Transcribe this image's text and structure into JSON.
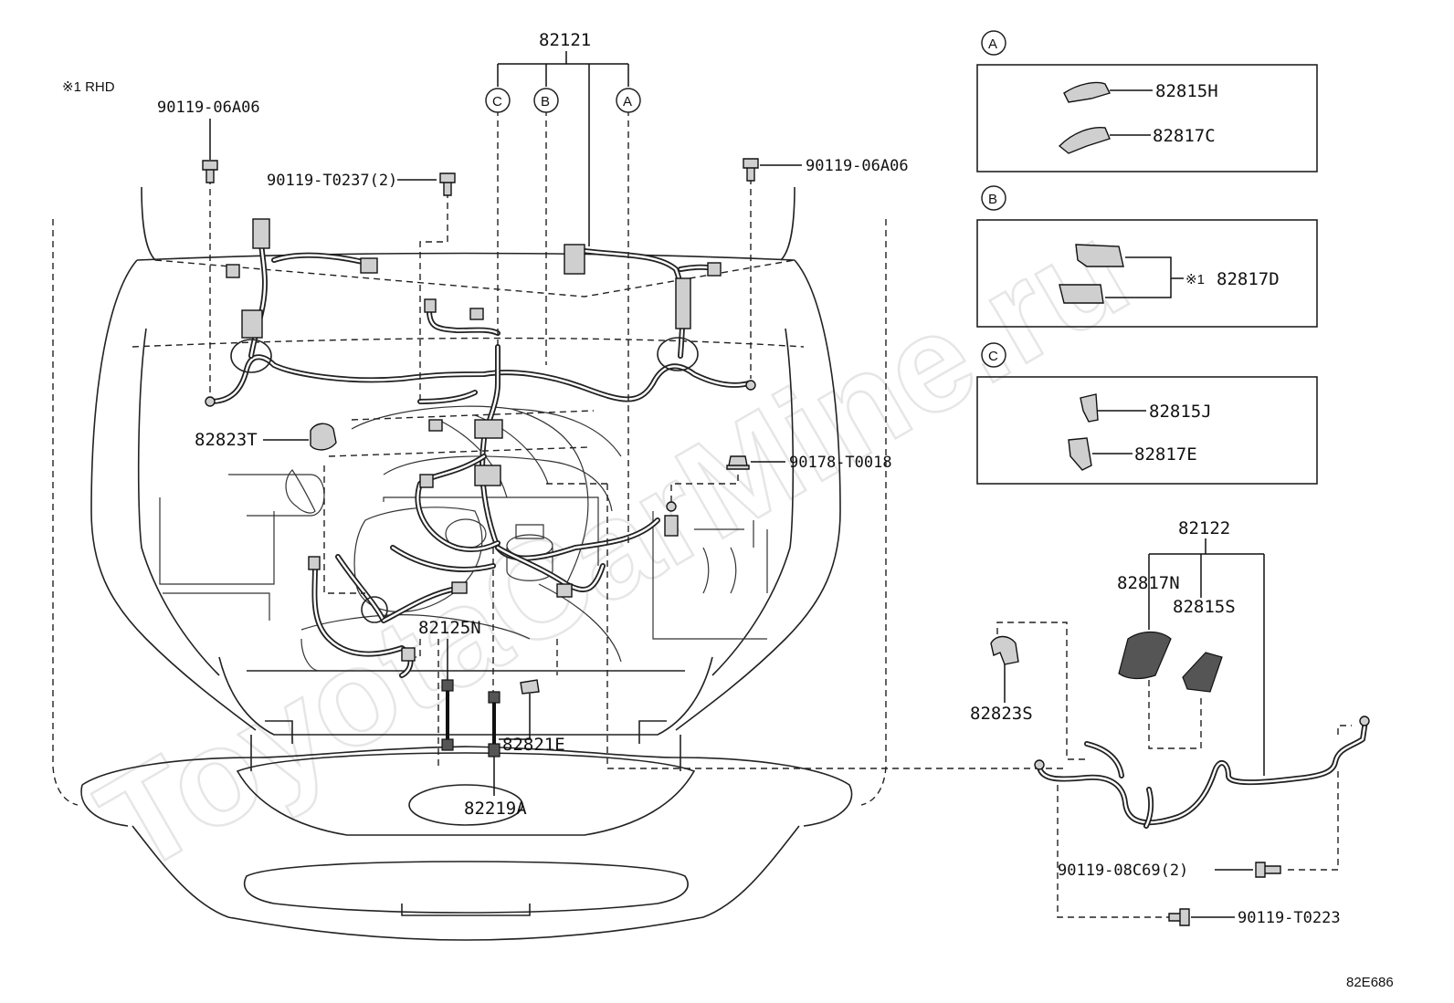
{
  "note": "※1 RHD",
  "diagram_code": "82E686",
  "watermark": "ToyotaCarMine.ru",
  "callouts": {
    "harness_main": "82121",
    "bolt_left": "90119-06A06",
    "bolt_mid": "90119-T0237(2)",
    "bolt_right": "90119-06A06",
    "protector": "82823T",
    "nut": "90178-T0018",
    "sub_harness": "82125N",
    "fuse_holder": "82219A",
    "clip_e": "82821E",
    "harness_2": "82122",
    "connector_n": "82817N",
    "connector_s": "82815S",
    "clamp_s": "82823S",
    "bolt_bottom_1": "90119-08C69(2)",
    "bolt_bottom_2": "90119-T0223"
  },
  "detail_boxes": [
    {
      "letter": "A",
      "parts": [
        "82815H",
        "82817C"
      ]
    },
    {
      "letter": "B",
      "parts": [
        "※1",
        "82817D"
      ]
    },
    {
      "letter": "C",
      "parts": [
        "82815J",
        "82817E"
      ]
    }
  ],
  "branch_labels": [
    "C",
    "B",
    "A"
  ]
}
